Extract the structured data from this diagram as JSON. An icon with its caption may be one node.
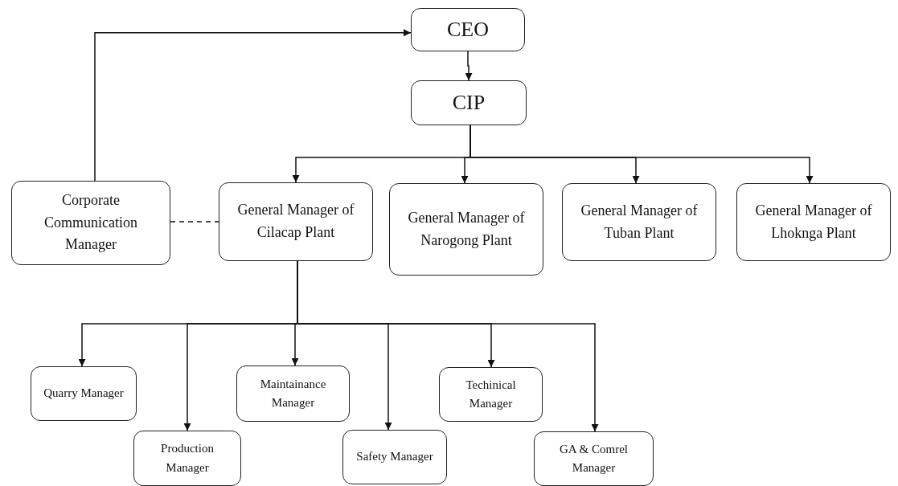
{
  "diagram": {
    "nodes": [
      {
        "text": [
          "CEO"
        ]
      },
      {
        "text": [
          "CIP"
        ]
      },
      {
        "text": [
          "Corporate Communication Manager"
        ]
      },
      {
        "text": [
          "General Manager of Cilacap Plant"
        ]
      },
      {
        "text": [
          "General Manager of Narogong Plant"
        ]
      },
      {
        "text": [
          "General Manager of Tuban Plant"
        ]
      },
      {
        "text": [
          "General Manager of Lhoknga Plant"
        ]
      },
      {
        "text": [
          "Quarry Manager"
        ]
      },
      {
        "text": [
          "Production Manager"
        ]
      },
      {
        "text": [
          "Maintainance Manager"
        ]
      },
      {
        "text": [
          "Safety Manager"
        ]
      },
      {
        "text": [
          "Techinical Manager"
        ]
      },
      {
        "text": [
          "GA & Comrel Manager"
        ]
      }
    ],
    "edges": [
      {
        "from": 2,
        "to": 0,
        "arrow": "to"
      },
      {
        "from": 0,
        "to": 1,
        "arrow": "to"
      },
      {
        "from": 1,
        "to": 3,
        "arrow": "to"
      },
      {
        "from": 1,
        "to": 4,
        "arrow": "to"
      },
      {
        "from": 1,
        "to": 5,
        "arrow": "to"
      },
      {
        "from": 1,
        "to": 6,
        "arrow": "to"
      },
      {
        "from": 2,
        "to": 3,
        "arrow": "none",
        "style": "dashed"
      },
      {
        "from": 3,
        "to": 7,
        "arrow": "to"
      },
      {
        "from": 3,
        "to": 8,
        "arrow": "to"
      },
      {
        "from": 3,
        "to": 9,
        "arrow": "to"
      },
      {
        "from": 3,
        "to": 10,
        "arrow": "to"
      },
      {
        "from": 3,
        "to": 11,
        "arrow": "to"
      },
      {
        "from": 3,
        "to": 12,
        "arrow": "to"
      }
    ]
  }
}
